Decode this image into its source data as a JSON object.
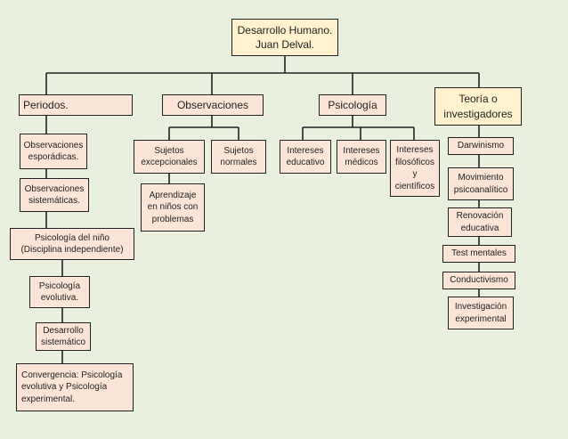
{
  "title": {
    "line1": "Desarrollo Humano.",
    "line2": "Juan Delval."
  },
  "branches": {
    "periodos": "Periodos.",
    "observaciones": "Observaciones",
    "psicologia": "Psicología",
    "teoria": "Teoría o investigadores"
  },
  "periodos_items": [
    "Observaciones esporádicas.",
    "Observaciones sistemáticas.",
    "Psicología del niño (Disciplina independiente)",
    "Psicología evolutiva.",
    "Desarrollo sistemático",
    "Convergencia: Psicología evolutiva y Psicología experimental."
  ],
  "observaciones_items": [
    "Sujetos excepcionales",
    "Sujetos normales",
    "Aprendizaje en niños con problemas"
  ],
  "psicologia_items": [
    "Intereses educativo",
    "Intereses médicos",
    "Intereses filosóficos y científicos"
  ],
  "teoria_items": [
    "Darwinismo",
    "Movimiento psicoanalítico",
    "Renovación educativa",
    "Test mentales",
    "Conductivismo",
    "Investigación experimental"
  ],
  "colors": {
    "background": "#eaf0de",
    "box_peach": "#fbe5d6",
    "box_yellow": "#fff2cc",
    "border": "#222222"
  }
}
